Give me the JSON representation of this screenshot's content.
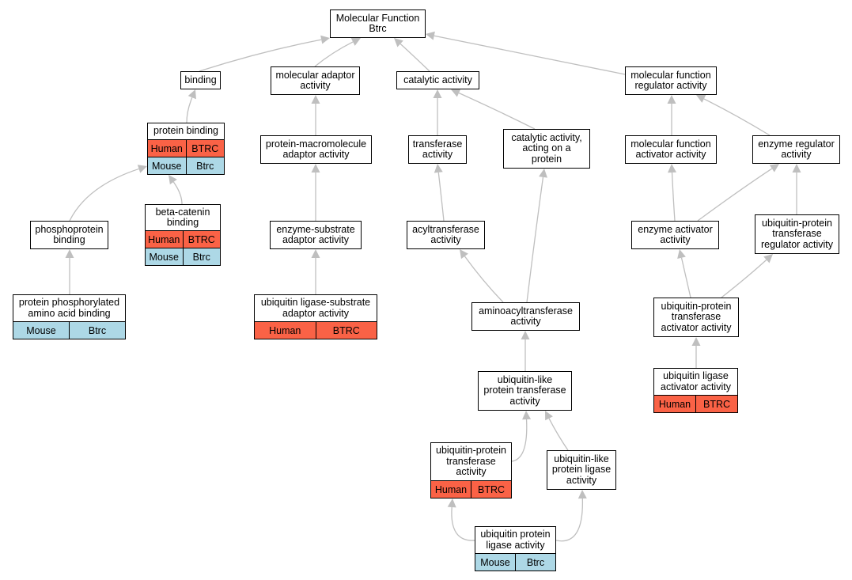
{
  "colors": {
    "human": "#fa6246",
    "mouse": "#add8e6",
    "edge": "#bfbfbf"
  },
  "nodes": {
    "root": {
      "label": "Molecular Function\nBtrc"
    },
    "binding": {
      "label": "binding"
    },
    "molecular_adaptor_activity": {
      "label": "molecular adaptor\nactivity"
    },
    "catalytic_activity": {
      "label": "catalytic activity"
    },
    "molecular_function_regulator_activity": {
      "label": "molecular function\nregulator activity"
    },
    "protein_binding": {
      "label": "protein binding",
      "rows": [
        [
          "Human",
          "BTRC"
        ],
        [
          "Mouse",
          "Btrc"
        ]
      ]
    },
    "protein_macromolecule_adaptor_activity": {
      "label": "protein-macromolecule\nadaptor activity"
    },
    "transferase_activity": {
      "label": "transferase\nactivity"
    },
    "catalytic_activity_acting_on_a_protein": {
      "label": "catalytic activity,\nacting on a\nprotein"
    },
    "molecular_function_activator_activity": {
      "label": "molecular function\nactivator activity"
    },
    "enzyme_regulator_activity": {
      "label": "enzyme regulator\nactivity"
    },
    "phosphoprotein_binding": {
      "label": "phosphoprotein\nbinding"
    },
    "beta_catenin_binding": {
      "label": "beta-catenin\nbinding",
      "rows": [
        [
          "Human",
          "BTRC"
        ],
        [
          "Mouse",
          "Btrc"
        ]
      ]
    },
    "enzyme_substrate_adaptor_activity": {
      "label": "enzyme-substrate\nadaptor activity"
    },
    "acyltransferase_activity": {
      "label": "acyltransferase\nactivity"
    },
    "enzyme_activator_activity": {
      "label": "enzyme activator\nactivity"
    },
    "ubiquitin_protein_transferase_regulator_activity": {
      "label": "ubiquitin-protein\ntransferase\nregulator activity"
    },
    "protein_phosphorylated_amino_acid_binding": {
      "label": "protein phosphorylated\namino acid binding",
      "rows": [
        [
          "Mouse",
          "Btrc"
        ]
      ]
    },
    "ubiquitin_ligase_substrate_adaptor_activity": {
      "label": "ubiquitin ligase-substrate\nadaptor activity",
      "rows": [
        [
          "Human",
          "BTRC"
        ]
      ]
    },
    "aminoacyltransferase_activity": {
      "label": "aminoacyltransferase\nactivity"
    },
    "ubiquitin_protein_transferase_activator_activity": {
      "label": "ubiquitin-protein\ntransferase\nactivator activity"
    },
    "ubiquitin_like_protein_transferase_activity": {
      "label": "ubiquitin-like\nprotein transferase\nactivity"
    },
    "ubiquitin_ligase_activator_activity": {
      "label": "ubiquitin ligase\nactivator activity",
      "rows": [
        [
          "Human",
          "BTRC"
        ]
      ]
    },
    "ubiquitin_protein_transferase_activity": {
      "label": "ubiquitin-protein\ntransferase\nactivity",
      "rows": [
        [
          "Human",
          "BTRC"
        ]
      ]
    },
    "ubiquitin_like_protein_ligase_activity": {
      "label": "ubiquitin-like\nprotein ligase\nactivity"
    },
    "ubiquitin_protein_ligase_activity": {
      "label": "ubiquitin protein\nligase activity",
      "rows": [
        [
          "Mouse",
          "Btrc"
        ]
      ]
    }
  },
  "edges": [
    [
      "binding",
      "root"
    ],
    [
      "molecular_adaptor_activity",
      "root"
    ],
    [
      "catalytic_activity",
      "root"
    ],
    [
      "molecular_function_regulator_activity",
      "root"
    ],
    [
      "protein_binding",
      "binding"
    ],
    [
      "protein_macromolecule_adaptor_activity",
      "molecular_adaptor_activity"
    ],
    [
      "transferase_activity",
      "catalytic_activity"
    ],
    [
      "catalytic_activity_acting_on_a_protein",
      "catalytic_activity"
    ],
    [
      "molecular_function_activator_activity",
      "molecular_function_regulator_activity"
    ],
    [
      "enzyme_regulator_activity",
      "molecular_function_regulator_activity"
    ],
    [
      "phosphoprotein_binding",
      "protein_binding"
    ],
    [
      "beta_catenin_binding",
      "protein_binding"
    ],
    [
      "enzyme_substrate_adaptor_activity",
      "protein_macromolecule_adaptor_activity"
    ],
    [
      "acyltransferase_activity",
      "transferase_activity"
    ],
    [
      "enzyme_activator_activity",
      "molecular_function_activator_activity"
    ],
    [
      "enzyme_activator_activity",
      "enzyme_regulator_activity"
    ],
    [
      "ubiquitin_protein_transferase_regulator_activity",
      "enzyme_regulator_activity"
    ],
    [
      "protein_phosphorylated_amino_acid_binding",
      "phosphoprotein_binding"
    ],
    [
      "ubiquitin_ligase_substrate_adaptor_activity",
      "enzyme_substrate_adaptor_activity"
    ],
    [
      "aminoacyltransferase_activity",
      "acyltransferase_activity"
    ],
    [
      "aminoacyltransferase_activity",
      "catalytic_activity_acting_on_a_protein"
    ],
    [
      "ubiquitin_protein_transferase_activator_activity",
      "enzyme_activator_activity"
    ],
    [
      "ubiquitin_protein_transferase_activator_activity",
      "ubiquitin_protein_transferase_regulator_activity"
    ],
    [
      "ubiquitin_like_protein_transferase_activity",
      "aminoacyltransferase_activity"
    ],
    [
      "ubiquitin_ligase_activator_activity",
      "ubiquitin_protein_transferase_activator_activity"
    ],
    [
      "ubiquitin_protein_transferase_activity",
      "ubiquitin_like_protein_transferase_activity"
    ],
    [
      "ubiquitin_like_protein_ligase_activity",
      "ubiquitin_like_protein_transferase_activity"
    ],
    [
      "ubiquitin_protein_ligase_activity",
      "ubiquitin_protein_transferase_activity"
    ],
    [
      "ubiquitin_protein_ligase_activity",
      "ubiquitin_like_protein_ligase_activity"
    ]
  ]
}
